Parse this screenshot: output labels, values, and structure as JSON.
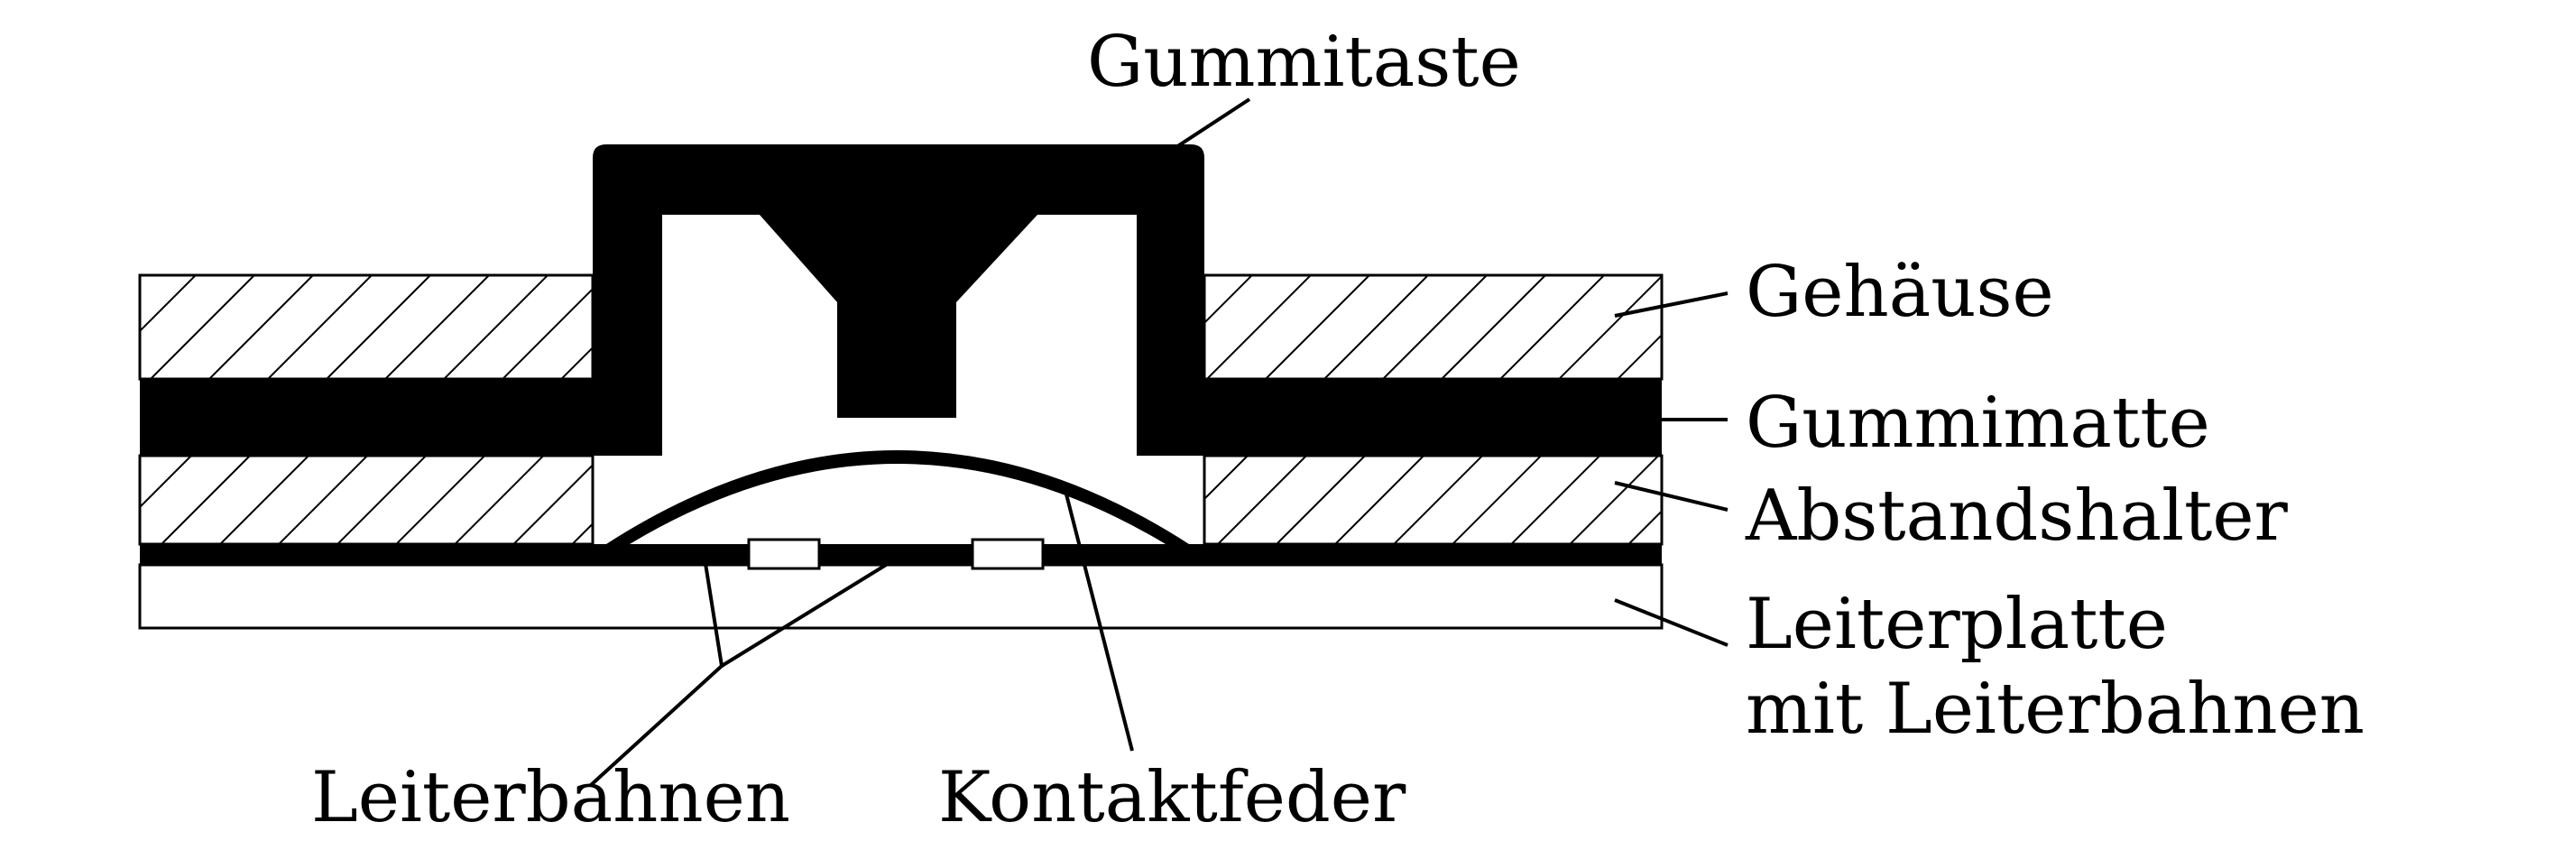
{
  "labels": {
    "key": "Gummitaste",
    "housing": "Gehäuse",
    "mat": "Gummimatte",
    "spacer": "Abstandshalter",
    "pcb_line1": "Leiterplatte",
    "pcb_line2": "mit Leiterbahnen",
    "traces": "Leiterbahnen",
    "spring": "Kontaktfeder"
  },
  "colors": {
    "ink": "#000000",
    "paper": "#ffffff"
  }
}
